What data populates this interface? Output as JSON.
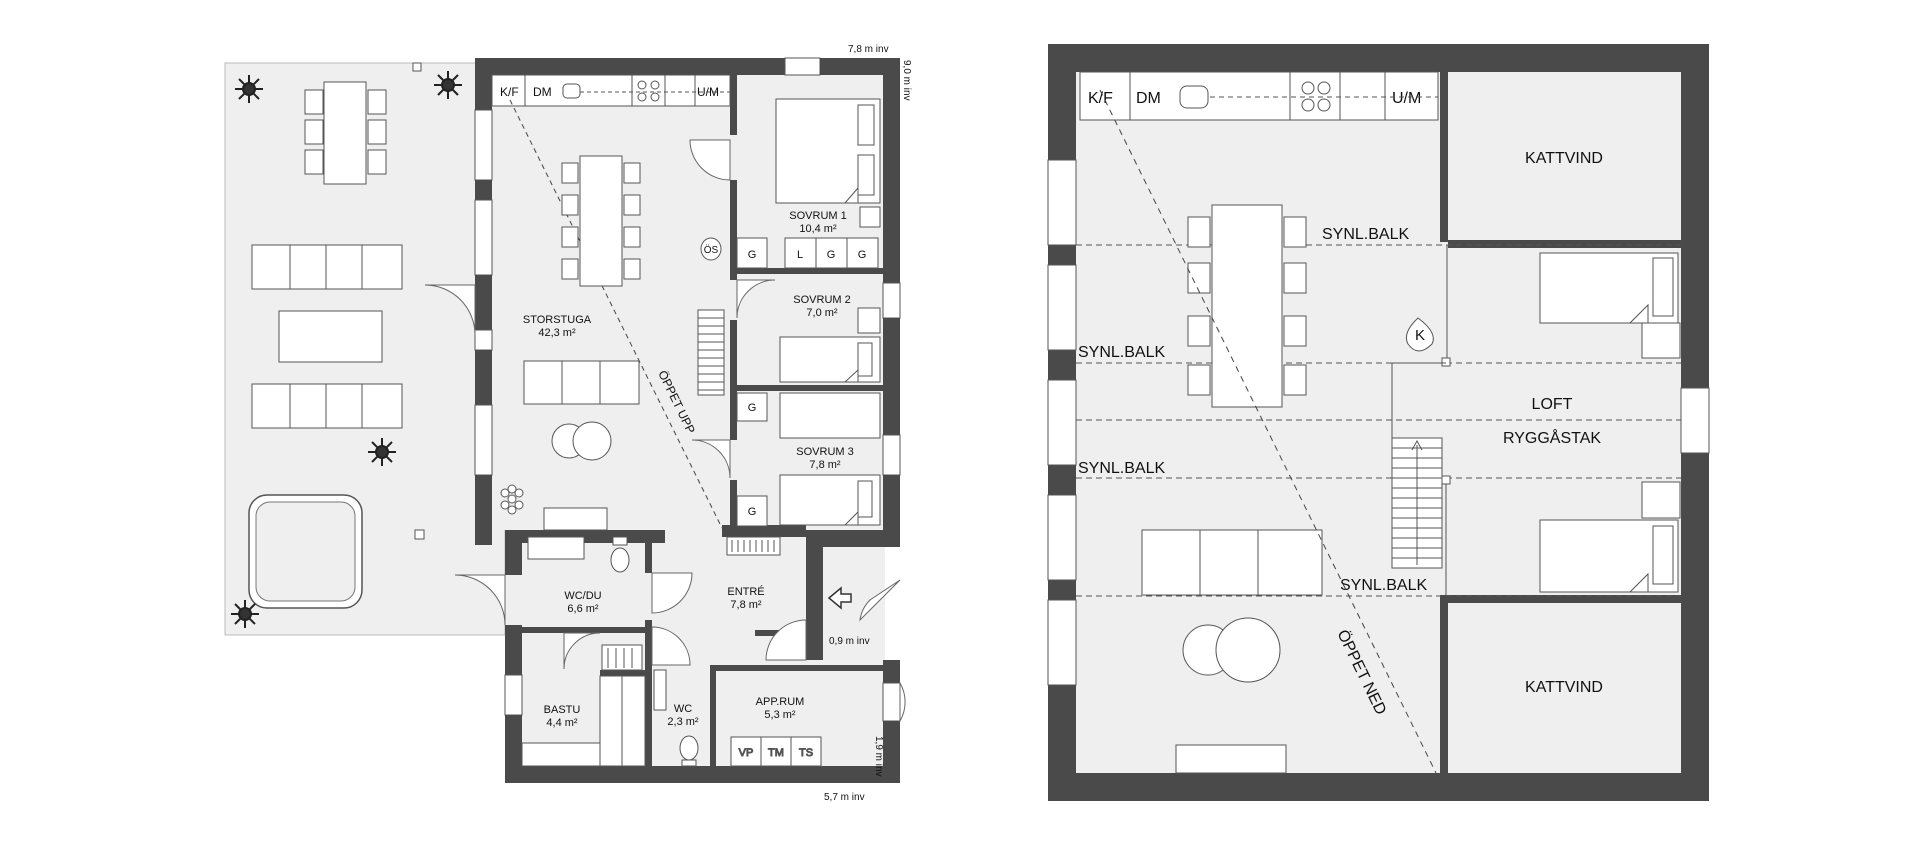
{
  "ground_floor": {
    "dims": {
      "top": "7,8 m inv",
      "right_top": "9,0 m inv",
      "right_mid": "0,9 m inv",
      "right_bottom": "1,9 m inv",
      "bottom": "5,7 m inv"
    },
    "kitchen": {
      "kf": "K/F",
      "dm": "DM",
      "um": "U/M"
    },
    "rooms": {
      "storstuga": {
        "name": "STORSTUGA",
        "area": "42,3 m²"
      },
      "sovrum1": {
        "name": "SOVRUM 1",
        "area": "10,4 m²"
      },
      "sovrum2": {
        "name": "SOVRUM 2",
        "area": "7,0 m²"
      },
      "sovrum3": {
        "name": "SOVRUM 3",
        "area": "7,8 m²"
      },
      "wcdu": {
        "name": "WC/DU",
        "area": "6,6 m²"
      },
      "entre": {
        "name": "ENTRÉ",
        "area": "7,8 m²"
      },
      "bastu": {
        "name": "BASTU",
        "area": "4,4 m²"
      },
      "wc": {
        "name": "WC",
        "area": "2,3 m²"
      },
      "apprum": {
        "name": "APP.RUM",
        "area": "5,3 m²"
      }
    },
    "storage": {
      "g": "G",
      "l": "L",
      "os": "ÖS"
    },
    "appliances": {
      "vp": "VP",
      "tm": "TM",
      "ts": "TS"
    },
    "open_label": "ÖPPET UPP"
  },
  "upper_floor": {
    "kitchen": {
      "kf": "K/F",
      "dm": "DM",
      "um": "U/M"
    },
    "kattvind_top": "KATTVIND",
    "kattvind_bottom": "KATTVIND",
    "synl_balk": "SYNL.BALK",
    "loft": "LOFT",
    "ryggastak": "RYGGÅSTAK",
    "k": "K",
    "open_label": "ÖPPET NED"
  }
}
